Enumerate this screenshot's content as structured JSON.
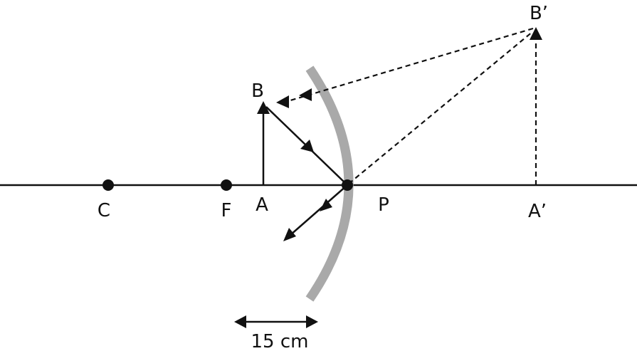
{
  "labels": {
    "C": "C",
    "F": "F",
    "A": "A",
    "B": "B",
    "P": "P",
    "A_prime": "A’",
    "B_prime": "B’"
  },
  "dimension": {
    "text": "15 cm"
  },
  "colors": {
    "line": "#111111",
    "mirror": "#a9a9a9",
    "background": "#ffffff"
  }
}
